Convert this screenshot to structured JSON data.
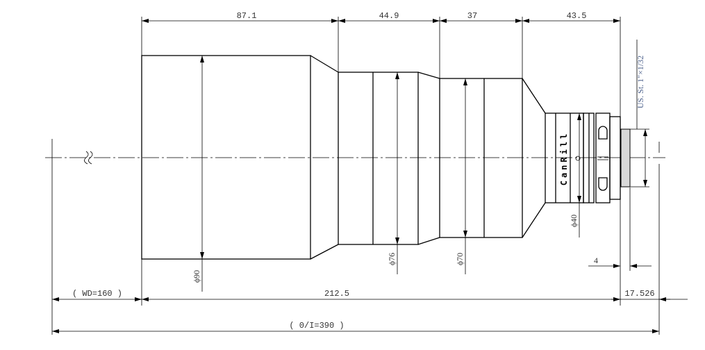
{
  "drawing": {
    "brand": "CanRill",
    "top_dimensions": [
      "87.1",
      "44.9",
      "37",
      "43.5"
    ],
    "diameters": {
      "d90": "ϕ90",
      "d76": "ϕ76",
      "d70": "ϕ70",
      "d40": "ϕ40"
    },
    "thread": "US. St. 1\"×1/32",
    "flange": "4",
    "bottom": {
      "wd": "( WD=160 )",
      "length": "212.5",
      "back": "17.526",
      "oi": "( 0/I=390 )"
    }
  }
}
